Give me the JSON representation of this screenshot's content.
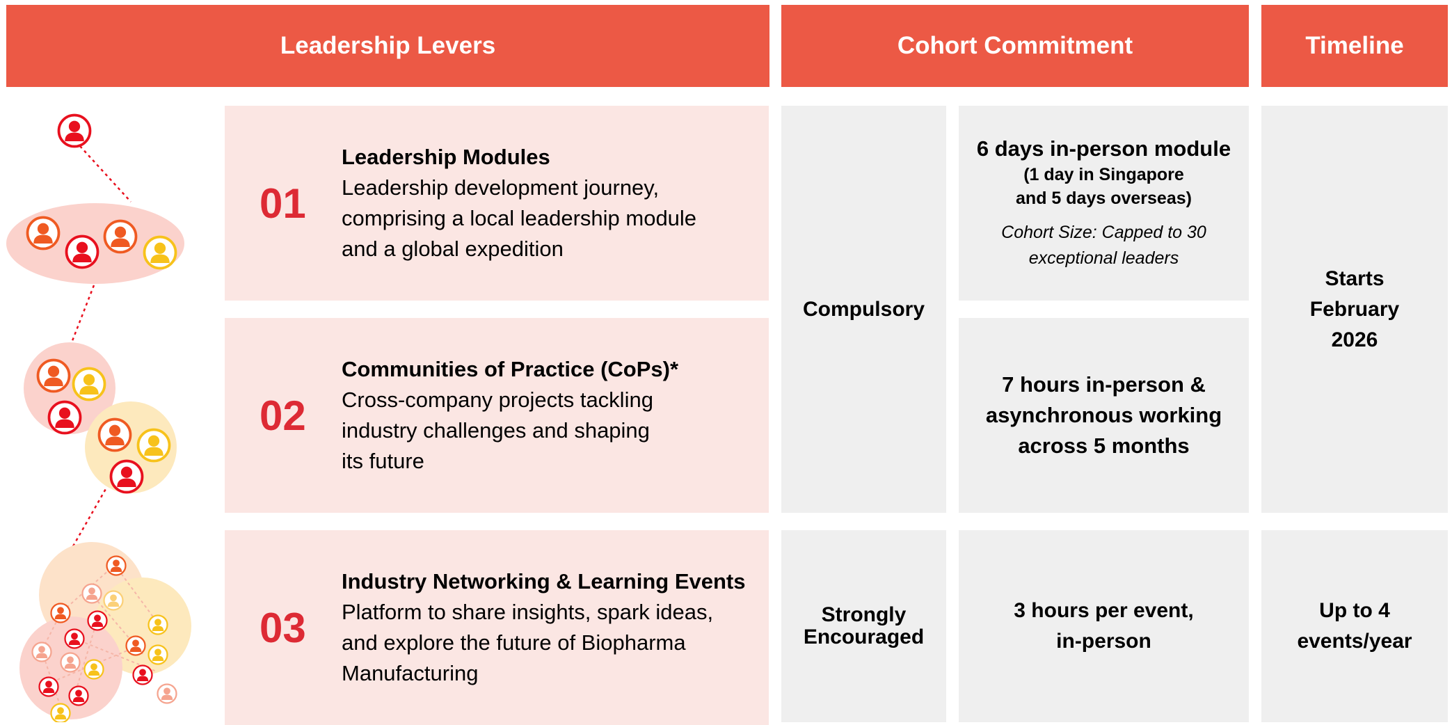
{
  "headers": {
    "levers": "Leadership Levers",
    "commitment": "Cohort Commitment",
    "timeline": "Timeline"
  },
  "levers": [
    {
      "number": "01",
      "title": "Leadership Modules",
      "description": "Leadership development journey,\ncomprising a local leadership module\nand a global expedition"
    },
    {
      "number": "02",
      "title": "Communities of Practice (CoPs)*",
      "description": "Cross-company projects tackling\nindustry challenges and shaping\nits future"
    },
    {
      "number": "03",
      "title": "Industry Networking & Learning Events",
      "description": "Platform to share insights, spark ideas,\nand explore the future of Biopharma\nManufacturing"
    }
  ],
  "commitment": {
    "compulsory": "Compulsory",
    "strongly_encouraged": "Strongly\nEncouraged",
    "module": {
      "main": "6 days in-person module",
      "sub1": "(1 day in Singapore",
      "sub2": "and 5 days overseas)",
      "cohort1": "Cohort Size: Capped to 30",
      "cohort2": "exceptional leaders"
    },
    "cops": {
      "line1": "7 hours in-person &",
      "line2": "asynchronous working",
      "line3": "across 5 months"
    },
    "events": {
      "line1": "3 hours per event,",
      "line2": "in-person"
    }
  },
  "timeline": {
    "start_line1": "Starts",
    "start_line2": "February",
    "start_line3": "2026",
    "events_line1": "Up to 4",
    "events_line2": "events/year"
  },
  "colors": {
    "header": "#ec5945",
    "pink_cell": "#fbe6e3",
    "gray_cell": "#efefef",
    "number": "#dd2a34",
    "person_red": "#e8101e",
    "person_orange": "#ef5a22",
    "person_yellow": "#f7c21b"
  },
  "icons": [
    "person-icon"
  ]
}
